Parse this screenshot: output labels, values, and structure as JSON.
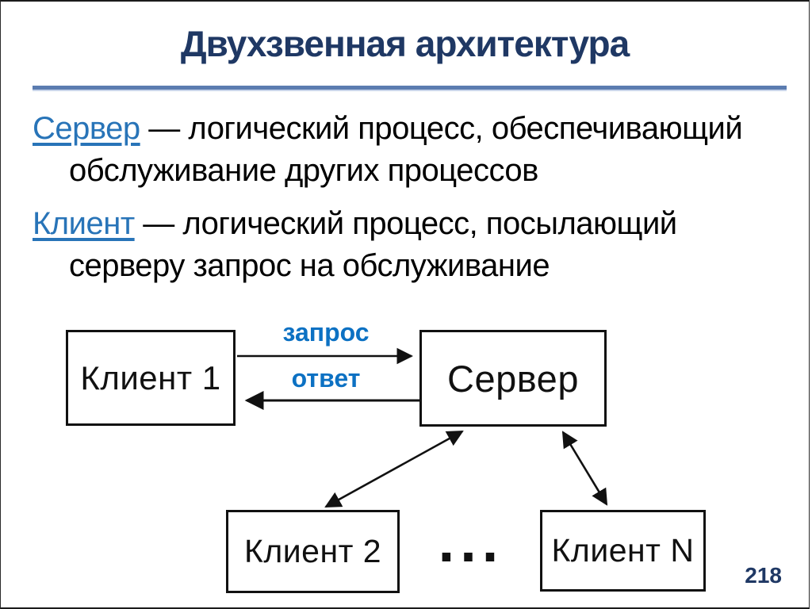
{
  "slide": {
    "title": "Двухзвенная архитектура",
    "page_number": "218",
    "colors": {
      "title_navy": "#1F3864",
      "hyperlink_blue": "#2874B8",
      "arrow_label_blue": "#0C71C3",
      "rule_steel_blue": "#5B7CB0",
      "box_border_black": "#111111"
    }
  },
  "definitions": [
    {
      "term": "Сервер",
      "rest_line1": " — логический процесс, обеспечивающий",
      "line2": "обслуживание других процессов"
    },
    {
      "term": "Клиент",
      "rest_line1": " — логический процесс, посылающий",
      "line2": "серверу запрос на обслуживание"
    }
  ],
  "diagram": {
    "boxes": {
      "client1": "Клиент 1",
      "server": "Сервер",
      "client2": "Клиент 2",
      "clientN": "Клиент N"
    },
    "arrows": {
      "request_label": "запрос",
      "response_label": "ответ"
    },
    "ellipsis": "..."
  }
}
